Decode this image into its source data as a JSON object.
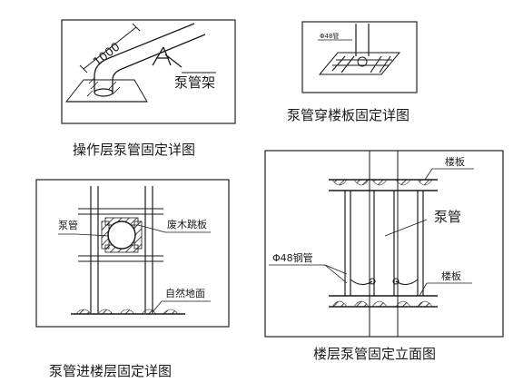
{
  "panels": {
    "operating_floor": {
      "caption": "操作层泵管固定详图",
      "dimension": "1000",
      "pump_frame_label": "泵管架"
    },
    "through_floor": {
      "caption": "泵管穿楼板固定详图",
      "small_label": "Φ48管"
    },
    "entering_floor": {
      "caption": "泵管进楼层固定详图",
      "pump_pipe_label": "泵管",
      "scrap_board_label": "废木跳板",
      "ground_label": "自然地面"
    },
    "elevation": {
      "caption": "楼层泵管固定立面图",
      "floor_label_top": "楼板",
      "floor_label_bottom": "楼板",
      "pump_pipe_label": "泵管",
      "steel_pipe_label": "Φ48钢管"
    }
  }
}
